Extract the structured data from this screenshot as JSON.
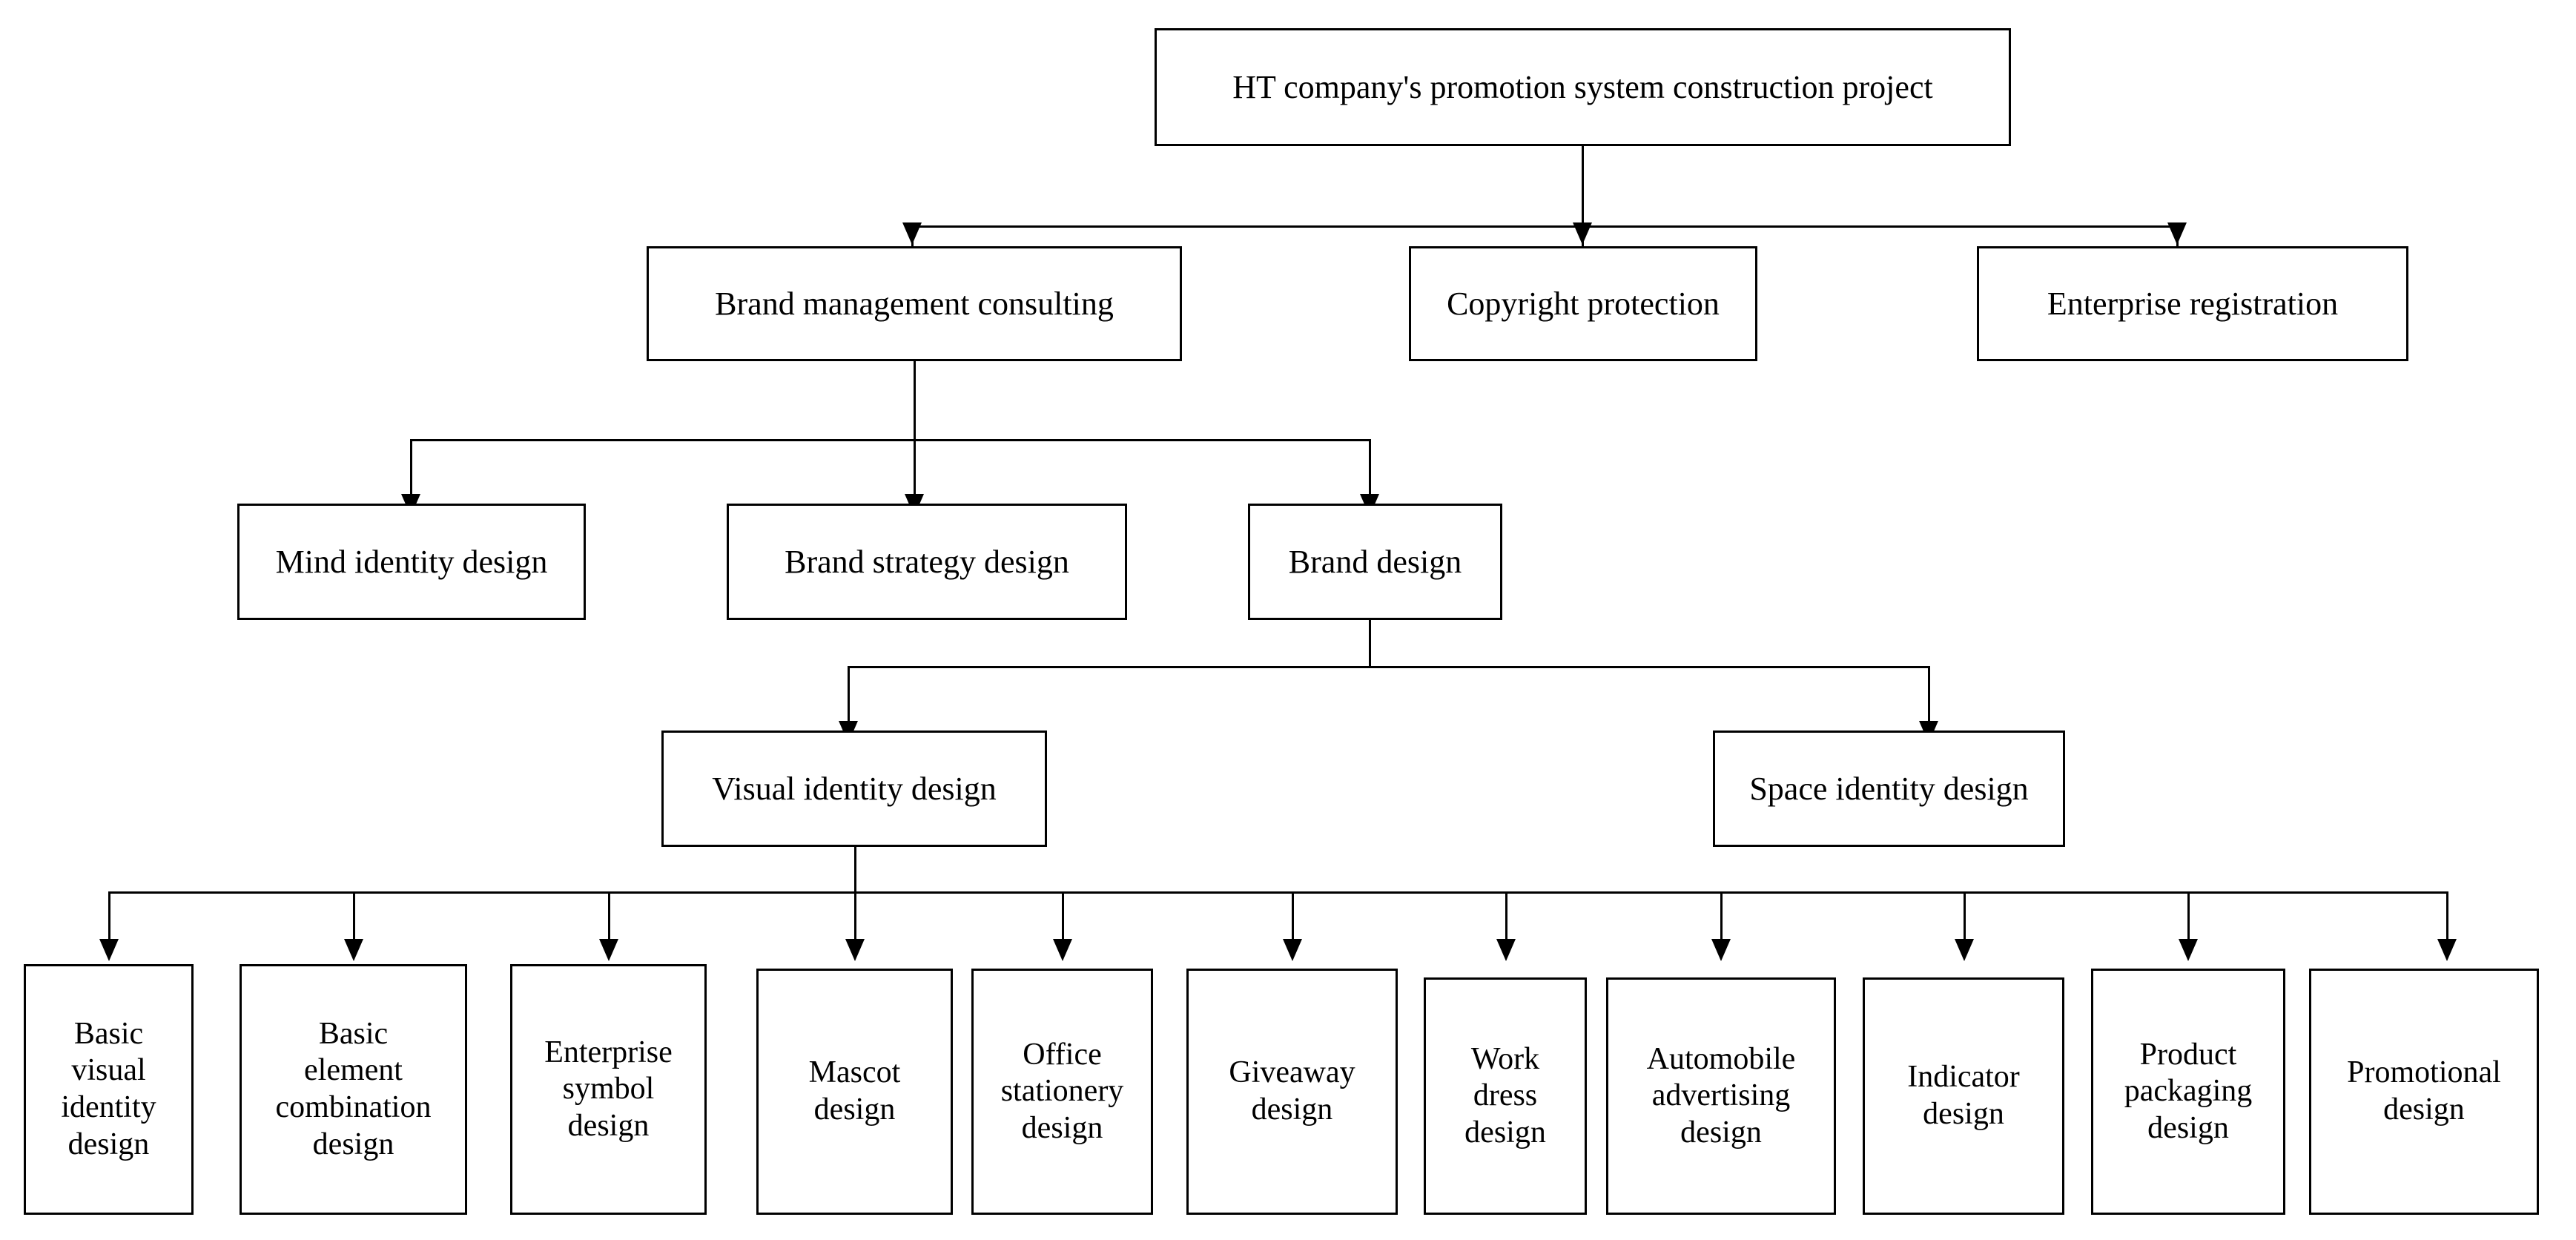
{
  "diagram": {
    "title": "HT company's promotion system construction project",
    "type": "organizational-hierarchy-tree",
    "orientation": "top-down",
    "background_color": "#ffffff",
    "line_color": "#000000",
    "text_color": "#000000"
  },
  "levels": {
    "root": {
      "label": "HT company's promotion system construction project"
    },
    "level2": [
      {
        "label": "Brand management consulting"
      },
      {
        "label": "Copyright protection"
      },
      {
        "label": "Enterprise registration"
      }
    ],
    "level3": [
      {
        "label": "Mind identity design"
      },
      {
        "label": "Brand strategy design"
      },
      {
        "label": "Brand design"
      }
    ],
    "level4": [
      {
        "label": "Visual identity design"
      },
      {
        "label": "Space identity design"
      }
    ],
    "leaves": [
      {
        "label": "Basic\nvisual\nidentity\ndesign"
      },
      {
        "label": "Basic\nelement\ncombination\ndesign"
      },
      {
        "label": "Enterprise\nsymbol\ndesign"
      },
      {
        "label": "Mascot\ndesign"
      },
      {
        "label": "Office\nstationery\ndesign"
      },
      {
        "label": "Giveaway\ndesign"
      },
      {
        "label": "Work\ndress\ndesign"
      },
      {
        "label": "Automobile\nadvertising\ndesign"
      },
      {
        "label": "Indicator\ndesign"
      },
      {
        "label": "Product\npackaging\ndesign"
      },
      {
        "label": "Promotional\ndesign"
      }
    ]
  }
}
